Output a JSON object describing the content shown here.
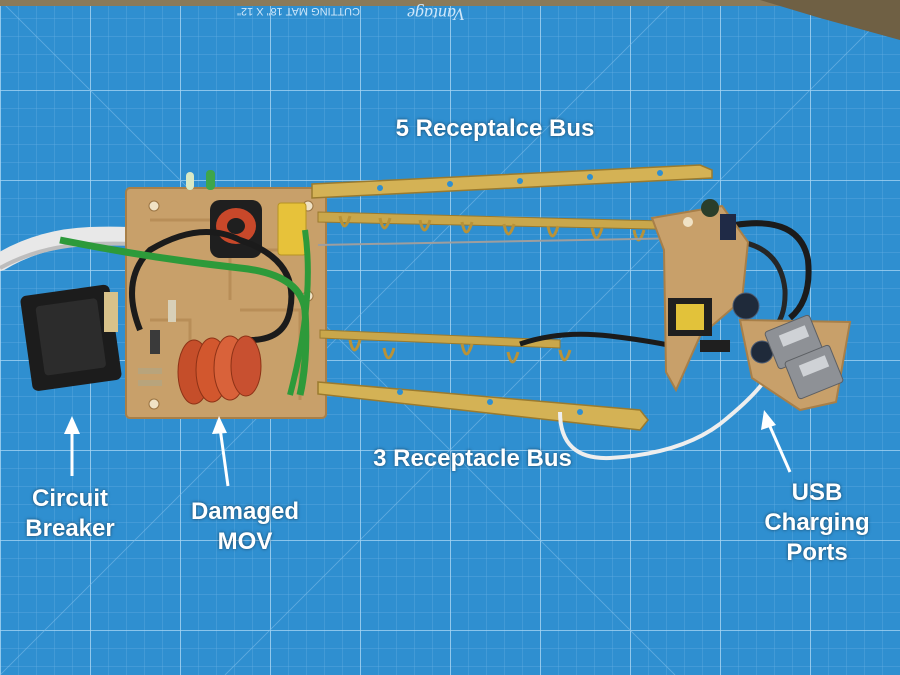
{
  "mat": {
    "brand_text": "Vantage",
    "mat_text": "CUTTING MAT 18\" X 12\""
  },
  "labels": {
    "five_receptacle_bus": "5 Receptalce Bus",
    "three_receptacle_bus": "3 Receptacle Bus",
    "circuit_breaker": [
      "Circuit",
      "Breaker"
    ],
    "damaged_mov": [
      "Damaged",
      "MOV"
    ],
    "usb_charging_ports": [
      "USB",
      "Charging",
      "Ports"
    ]
  },
  "colors": {
    "mat_blue": "#2f8fd0",
    "grid_line": "#8cc6ee",
    "pcb": "#c8a06a",
    "brass": "#d4b255",
    "mov_red": "#d2572e",
    "wire_green": "#2d9a3a",
    "label_text": "#ffffff"
  }
}
